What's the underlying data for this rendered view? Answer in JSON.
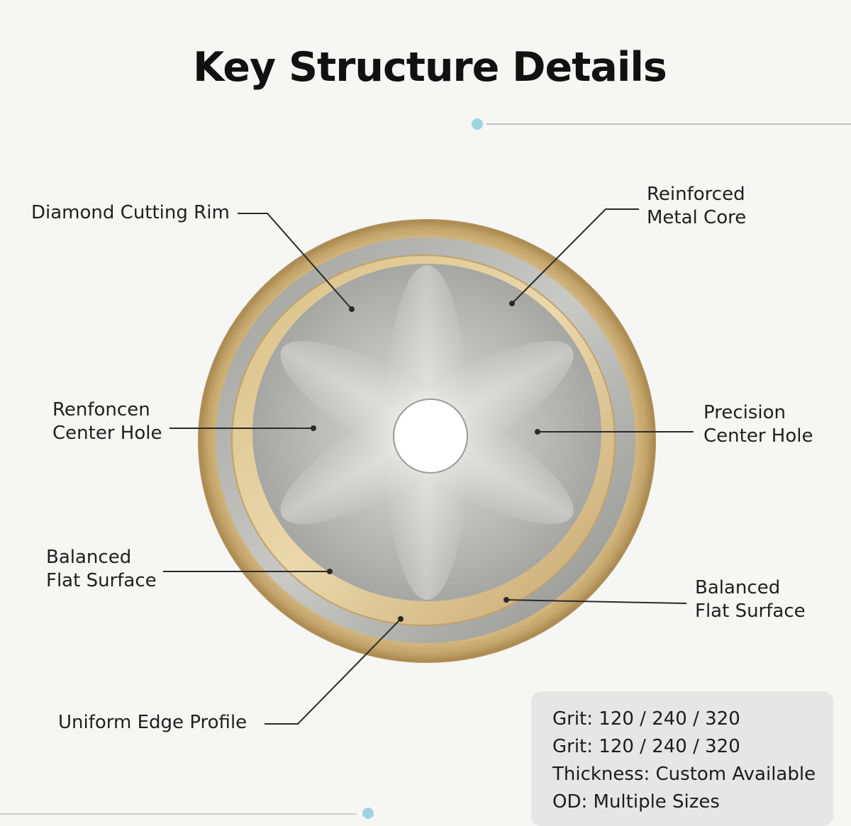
{
  "title": "Key Structure Details",
  "labels": {
    "diamond_rim": "Diamond Cutting Rim",
    "metal_core_1": "Reinforced",
    "metal_core_2": "Metal Core",
    "renfoncen_1": "Renfoncen",
    "renfoncen_2": "Center Hole",
    "precision_1": "Precision",
    "precision_2": "Center Hole",
    "balanced_left_1": "Balanced",
    "balanced_left_2": "Flat Surface",
    "balanced_right_1": "Balanced",
    "balanced_right_2": "Flat Surface",
    "uniform_edge": "Uniform Edge Profile"
  },
  "specs": [
    "Grit: 120 / 240 / 320",
    "Grit: 120 / 240 / 320",
    "Thickness: Custom Available",
    "OD: Multiple Sizes"
  ],
  "colors": {
    "rim_gold": "#c9ad76",
    "steel": "#b9b9b6",
    "accent_dot": "#9fd4df"
  }
}
